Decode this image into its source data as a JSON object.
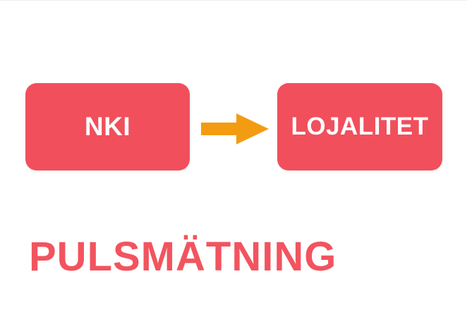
{
  "diagram": {
    "nodes": [
      {
        "id": "nki",
        "label": "NKI"
      },
      {
        "id": "lojalitet",
        "label": "LOJALITET"
      }
    ],
    "edges": [
      {
        "from": "nki",
        "to": "lojalitet"
      }
    ]
  },
  "headline": "PULSMÄTNING",
  "colors": {
    "box_fill": "#f14f5c",
    "box_text": "#ffffff",
    "arrow": "#f39c12",
    "headline": "#f2545f",
    "background": "#ffffff"
  }
}
